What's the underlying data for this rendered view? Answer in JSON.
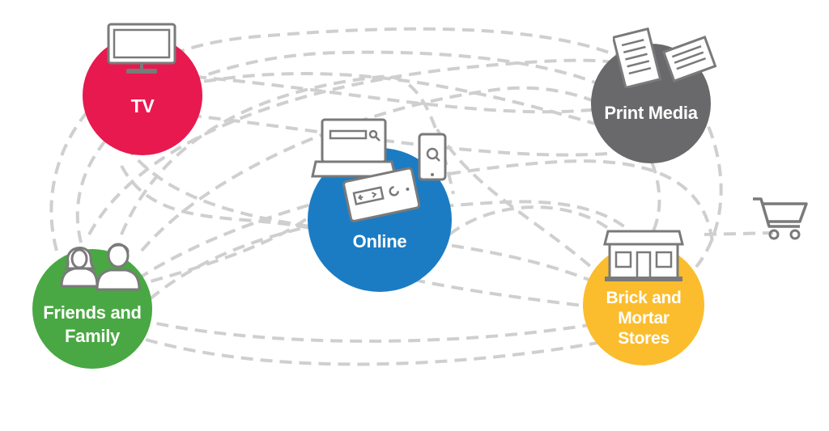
{
  "nodes": {
    "tv": {
      "label": "TV",
      "color": "#e8194f",
      "icon": "television-icon"
    },
    "print": {
      "label": "Print Media",
      "color": "#69696b",
      "icon": "newspaper-icon"
    },
    "online": {
      "label": "Online",
      "color": "#1b7cc4",
      "icon": "devices-icon"
    },
    "friends": {
      "label_line1": "Friends and",
      "label_line2": "Family",
      "color": "#49a843",
      "icon": "people-icon"
    },
    "stores": {
      "label_line1": "Brick and",
      "label_line2": "Mortar",
      "label_line3": "Stores",
      "color": "#fbbd2d",
      "icon": "storefront-icon"
    }
  },
  "destination": {
    "icon": "shopping-cart-icon"
  },
  "connector": {
    "style": "dashed",
    "color": "#cfcfcf"
  }
}
